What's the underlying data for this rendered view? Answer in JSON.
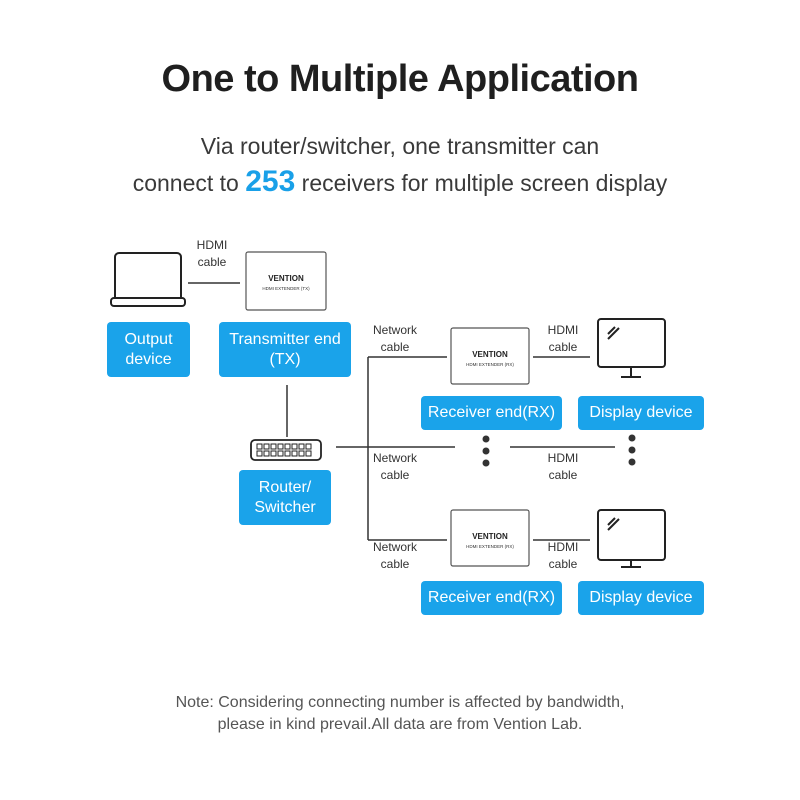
{
  "title": "One to Multiple Application",
  "subtitle": {
    "line1": "Via router/switcher, one transmitter can",
    "line2_pre": "connect to ",
    "line2_num": "253",
    "line2_post": " receivers for multiple screen display"
  },
  "labels": {
    "output_device": "Output device",
    "transmitter": "Transmitter end (TX)",
    "router": "Router/ Switcher",
    "receiver_top": "Receiver end(RX)",
    "receiver_bottom": "Receiver end(RX)",
    "display_top": "Display device",
    "display_bottom": "Display device"
  },
  "cables": {
    "hdmi_tx": "HDMI cable",
    "net_top": "Network cable",
    "net_mid": "Network cable",
    "net_bottom": "Network cable",
    "hdmi_top": "HDMI cable",
    "hdmi_mid": "HDMI cable",
    "hdmi_bottom": "HDMI cable"
  },
  "devices": {
    "brand": "VENTION",
    "tx_sub": "HDMI EXTENDER (TX)",
    "rx_sub": "HDMI EXTENDER (RX)"
  },
  "note": {
    "line1": "Note: Considering connecting number is affected by bandwidth,",
    "line2": "please in kind prevail.All data are from Vention Lab."
  },
  "colors": {
    "accent": "#1aa3ea",
    "line": "#333333"
  }
}
